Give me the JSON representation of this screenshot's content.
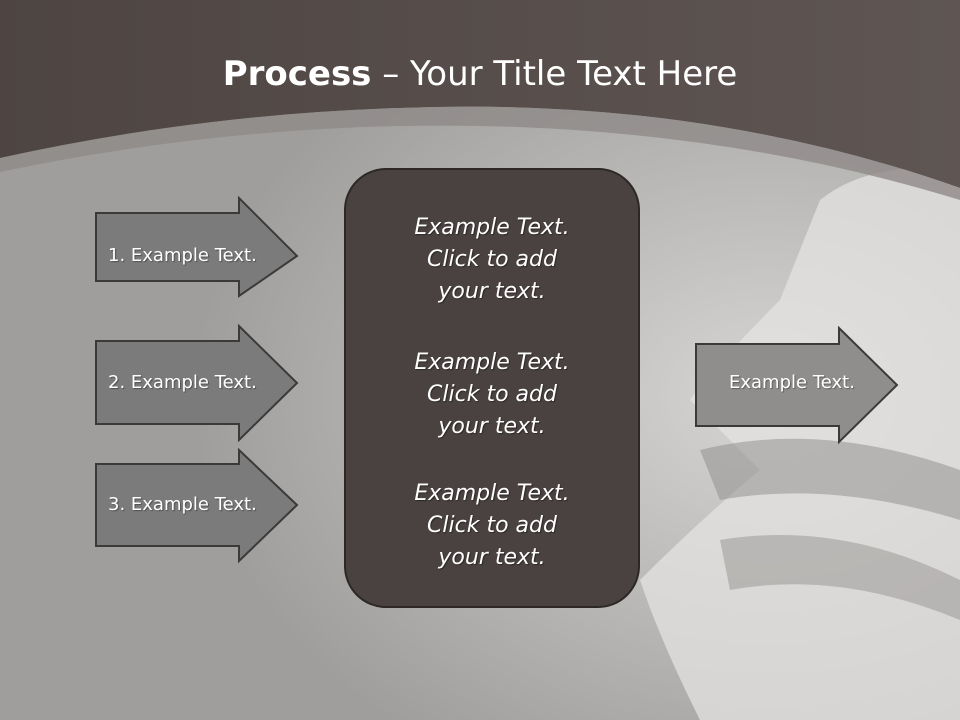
{
  "title": {
    "bold": "Process",
    "rest": " – Your Title Text Here"
  },
  "left_arrows": [
    {
      "label": "1. Example Text."
    },
    {
      "label": "2. Example Text."
    },
    {
      "label": "3. Example Text."
    }
  ],
  "center_box": {
    "blocks": [
      {
        "lines": [
          "Example Text.",
          "Click  to add",
          "your text."
        ]
      },
      {
        "lines": [
          "Example Text.",
          "Click  to add",
          "your text."
        ]
      },
      {
        "lines": [
          "Example Text.",
          "Click  to add",
          "your text."
        ]
      }
    ]
  },
  "right_arrow": {
    "label": "Example Text."
  },
  "colors": {
    "header": "#524846",
    "arrow_fill": "#7b7b7b",
    "arrow_stroke": "#3c3a39",
    "right_arrow_fill": "#8f8e8d",
    "box_fill": "#4a4240",
    "text": "#ffffff"
  }
}
